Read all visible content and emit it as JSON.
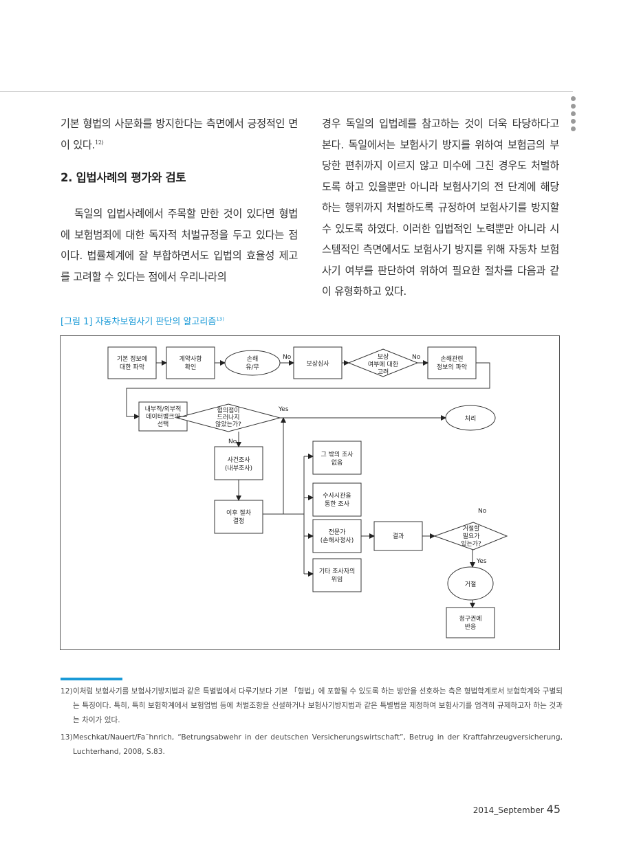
{
  "left_column": {
    "para1": "기본 형법의 사문화를 방지한다는 측면에서 긍정적인 면이 있다.",
    "para1_ref": "12)",
    "section_title": "2. 입법사례의 평가와 검토",
    "para2": "독일의 입법사례에서 주목할 만한 것이 있다면 형법에 보험범죄에 대한 독자적 처벌규정을 두고 있다는 점이다. 법률체계에 잘 부합하면서도 입법의 효율성 제고를 고려할 수 있다는 점에서 우리나라의"
  },
  "right_column": {
    "para": "경우 독일의 입법례를 참고하는 것이 더욱 타당하다고 본다. 독일에서는 보험사기 방지를 위하여 보험금의 부당한 편취까지 이르지 않고 미수에 그친 경우도 처벌하도록 하고 있을뿐만 아니라 보험사기의 전 단계에 해당하는 행위까지 처벌하도록 규정하여 보험사기를 방지할 수 있도록 하였다. 이러한 입법적인 노력뿐만 아니라 시스템적인 측면에서도 보험사기 방지를 위해 자동차 보험사기 여부를 판단하여 위하여 필요한 절차를 다음과 같이 유형화하고 있다."
  },
  "figure": {
    "caption": "[그림 1] 자동차보험사기 판단의 알고리즘",
    "caption_ref": "13)",
    "nodes": {
      "basic_info": [
        "기본 정보에",
        "대한 파악"
      ],
      "contract": [
        "계약사항",
        "확인"
      ],
      "damage": [
        "손해",
        "유/무"
      ],
      "review": "보상심사",
      "comp_consider": [
        "보상",
        "여부에 대한",
        "고려"
      ],
      "damage_info": [
        "손해관련",
        "정보의 파악"
      ],
      "database": [
        "내부적/외부적",
        "데이터뱅크의",
        "선택"
      ],
      "suspicion": [
        "혐의점이",
        "드러나지",
        "않았는가?"
      ],
      "process": "처리",
      "internal": [
        "사건조사",
        "(내부조사)"
      ],
      "next_step": [
        "이후 절차",
        "결정"
      ],
      "no_other": [
        "그 밖의 조사",
        "없음"
      ],
      "police": [
        "수사시관을",
        "통한 조사"
      ],
      "expert": [
        "전문가",
        "(손해사정사)"
      ],
      "delegate": [
        "기타 조사자의",
        "위임"
      ],
      "result": "결과",
      "refusal_needed": [
        "거절할",
        "필요가",
        "있는가?"
      ],
      "refuse": "거절",
      "claim": [
        "청구권에",
        "반응"
      ]
    },
    "labels": {
      "no": "No",
      "yes": "Yes"
    }
  },
  "footnotes": [
    {
      "num": "12)",
      "text": "이처럼 보험사기를 보험사기방지법과 같은 특별법에서 다루기보다 기본 「형법」에 포함될 수 있도록 하는 방안을 선호하는 측은 형법학계로서 보험학계와 구별되는 특징이다. 특히, 특히 보험학계에서 보험업법 등에 처벌조항을 신설하거나 보험사기방지법과 같은 특별법을 제정하여 보험사기를 엄격히 규제하고자 하는 것과는 차이가 있다."
    },
    {
      "num": "13)",
      "text": "Meschkat/Nauert/Fa¨hnrich, “Betrungsabwehr in der deutschen Versicherungswirtschaft”, Betrug in der Kraftfahrzeugversicherung, Luchterhand, 2008, S.83."
    }
  ],
  "folio": {
    "issue": "2014_September",
    "page": "45"
  }
}
